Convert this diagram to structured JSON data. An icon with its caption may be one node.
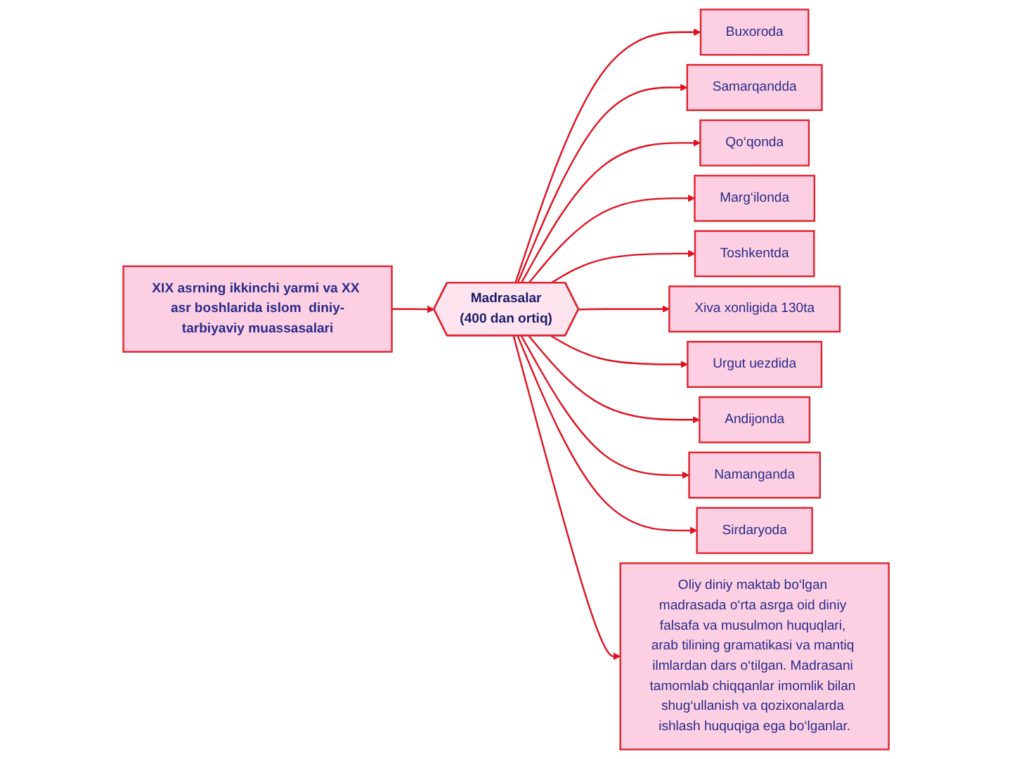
{
  "diagram": {
    "nodes": [
      {
        "text": [
          "XIX asrning ikkinchi yarmi va XX asr boshlarida islom  diniy-tarbiyaviy muassasalari"
        ]
      },
      {
        "text": [
          "Madrasalar",
          "(400 dan ortiq)"
        ]
      },
      {
        "text": [
          "Buxoroda"
        ]
      },
      {
        "text": [
          "Samarqandda"
        ]
      },
      {
        "text": [
          "Qo‘qonda"
        ]
      },
      {
        "text": [
          "Marg‘ilonda"
        ]
      },
      {
        "text": [
          "Toshkentda"
        ]
      },
      {
        "text": [
          "Xiva xonligida 130ta"
        ]
      },
      {
        "text": [
          "Urgut uezdida"
        ]
      },
      {
        "text": [
          "Andijonda"
        ]
      },
      {
        "text": [
          "Namanganda"
        ]
      },
      {
        "text": [
          "Sirdaryoda"
        ]
      },
      {
        "text": [
          "Oliy diniy maktab bo‘lgan madrasada o‘rta asrga oid diniy falsafa va musulmon huquqlari, arab tilining gramatikasi va mantiq ilmlardan dars o‘tilgan. Madrasani tamomlab chiqqanlar imomlik bilan shug‘ullanish va qozixonalarda ishlash huquqiga ega bo‘lganlar."
        ]
      }
    ],
    "edges": [
      {
        "from": 0,
        "to": 1,
        "arrow": "to"
      },
      {
        "from": 1,
        "to": 2,
        "arrow": "to"
      },
      {
        "from": 1,
        "to": 3,
        "arrow": "to"
      },
      {
        "from": 1,
        "to": 4,
        "arrow": "to"
      },
      {
        "from": 1,
        "to": 5,
        "arrow": "to"
      },
      {
        "from": 1,
        "to": 6,
        "arrow": "to"
      },
      {
        "from": 1,
        "to": 7,
        "arrow": "to"
      },
      {
        "from": 1,
        "to": 8,
        "arrow": "to"
      },
      {
        "from": 1,
        "to": 9,
        "arrow": "to"
      },
      {
        "from": 1,
        "to": 10,
        "arrow": "to"
      },
      {
        "from": 1,
        "to": 11,
        "arrow": "to"
      },
      {
        "from": 1,
        "to": 12,
        "arrow": "to"
      }
    ]
  }
}
